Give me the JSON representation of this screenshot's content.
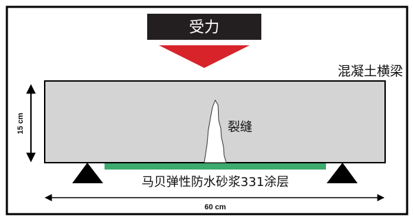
{
  "diagram": {
    "load_label": "受力",
    "beam_label": "混凝土横梁",
    "crack_label": "裂缝",
    "coating_label": "马贝弹性防水砂浆331涂层",
    "height_label": "15 cm",
    "length_label": "60 cm"
  },
  "colors": {
    "frame": "#000000",
    "load_box": "#231f20",
    "load_text": "#ffffff",
    "load_arrow": "#d8232a",
    "beam_fill": "#d4d4d4",
    "beam_border": "#000000",
    "crack_fill": "#ffffff",
    "coating": "#3daa6e",
    "support": "#000000"
  }
}
